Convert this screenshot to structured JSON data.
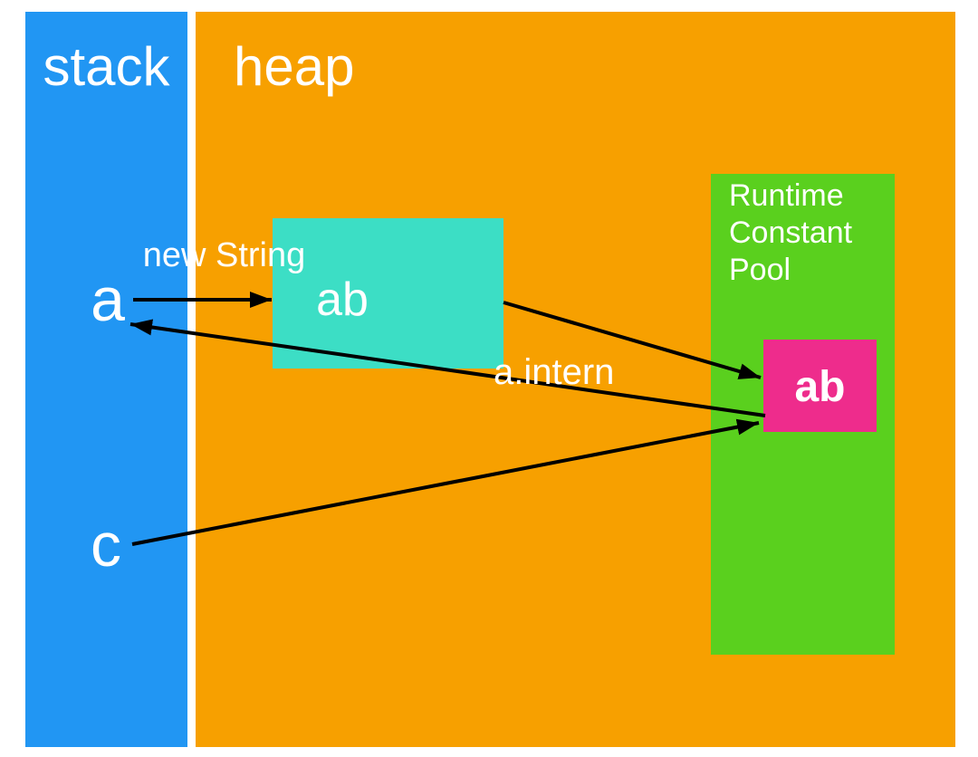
{
  "diagram": {
    "regions": {
      "stack": {
        "label": "stack",
        "color": "#2196F3"
      },
      "heap": {
        "label": "heap",
        "color": "#F7A000"
      },
      "pool": {
        "label": "Runtime Constant Pool",
        "color": "#5AD01E"
      }
    },
    "variables": {
      "a": {
        "label": "a"
      },
      "c": {
        "label": "c"
      }
    },
    "objects": {
      "heap_string": {
        "label": "ab",
        "color": "#3CDEC5"
      },
      "pool_string": {
        "label": "ab",
        "color": "#EE2C8C"
      }
    },
    "annotations": {
      "new_string": {
        "label": "new String"
      },
      "intern": {
        "label": "a.intern"
      }
    },
    "colors": {
      "text": "#FFFFFF",
      "arrow": "#000000",
      "background": "#FFFFFF"
    }
  }
}
